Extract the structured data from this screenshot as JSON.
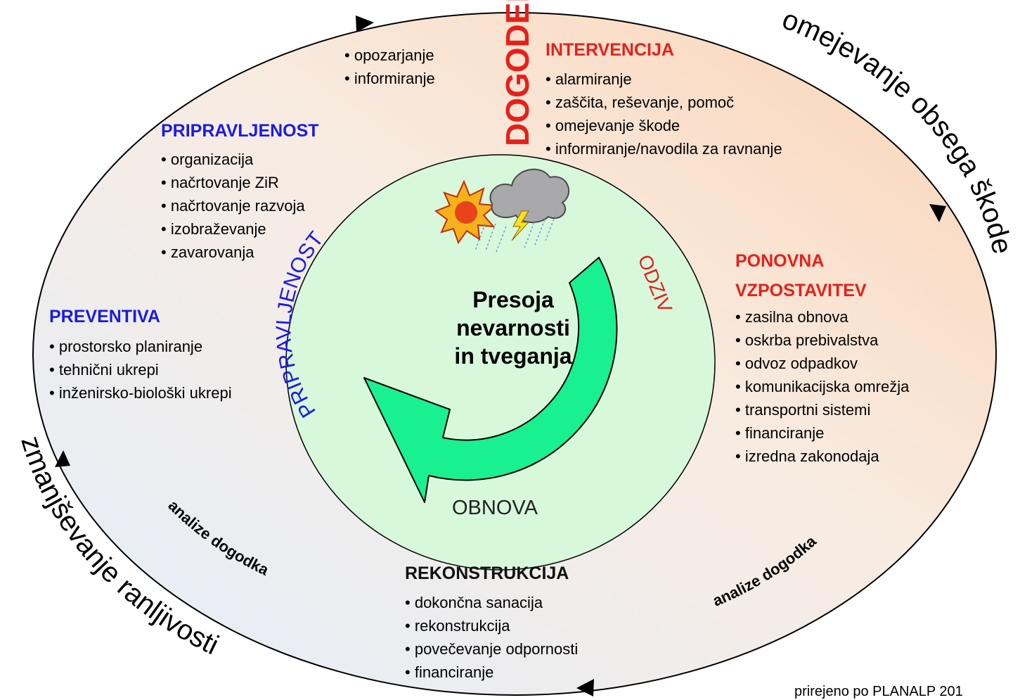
{
  "diagram": {
    "center_title": [
      "Presoja",
      "nevarnosti",
      "in tveganja"
    ],
    "inner_labels": {
      "pripravljenost": "PRIPRAVLJENOST",
      "odziv": "ODZIV",
      "obnova": "OBNOVA"
    },
    "event_label": "DOGODEK",
    "outer_arc_top": "omejevanje obsega škode",
    "outer_arc_bottom": "zmanjševanje ranljivosti",
    "analysis_left": "analize dogodka",
    "analysis_right": "analize dogodka",
    "warning_items": [
      "opozarjanje",
      "informiranje"
    ],
    "sections": {
      "intervencija": {
        "title": "INTERVENCIJA",
        "items": [
          "alarmiranje",
          "zaščita, reševanje, pomoč",
          "omejevanje škode",
          "informiranje/navodila za ravnanje"
        ]
      },
      "pripravljenost": {
        "title": "PRIPRAVLJENOST",
        "items": [
          "organizacija",
          "načrtovanje ZiR",
          "načrtovanje razvoja",
          "izobraževanje",
          "zavarovanja"
        ]
      },
      "preventiva": {
        "title": "PREVENTIVA",
        "items": [
          "prostorsko planiranje",
          "tehnični ukrepi",
          "inženirsko-biološki ukrepi"
        ]
      },
      "ponovna": {
        "title_line1": "PONOVNA",
        "title_line2": "VZPOSTAVITEV",
        "items": [
          "zasilna obnova",
          "oskrba prebivalstva",
          "odvoz odpadkov",
          "komunikacijska omrežja",
          "transportni sistemi",
          "financiranje",
          "izredna zakonodaja"
        ]
      },
      "rekonstrukcija": {
        "title": "REKONSTRUKCIJA",
        "items": [
          "dokončna sanacija",
          "rekonstrukcija",
          "povečevanje odpornosti",
          "financiranje"
        ]
      }
    },
    "source_note": "prirejeno po PLANALP 201",
    "colors": {
      "outer_warm": "#fbd9bf",
      "outer_cool": "#eaf2fb",
      "inner_circle": "#d8f8dc",
      "arrow_green": "#19f08f",
      "blue_text": "#1a1ae6",
      "red_text": "#e6201a"
    }
  }
}
